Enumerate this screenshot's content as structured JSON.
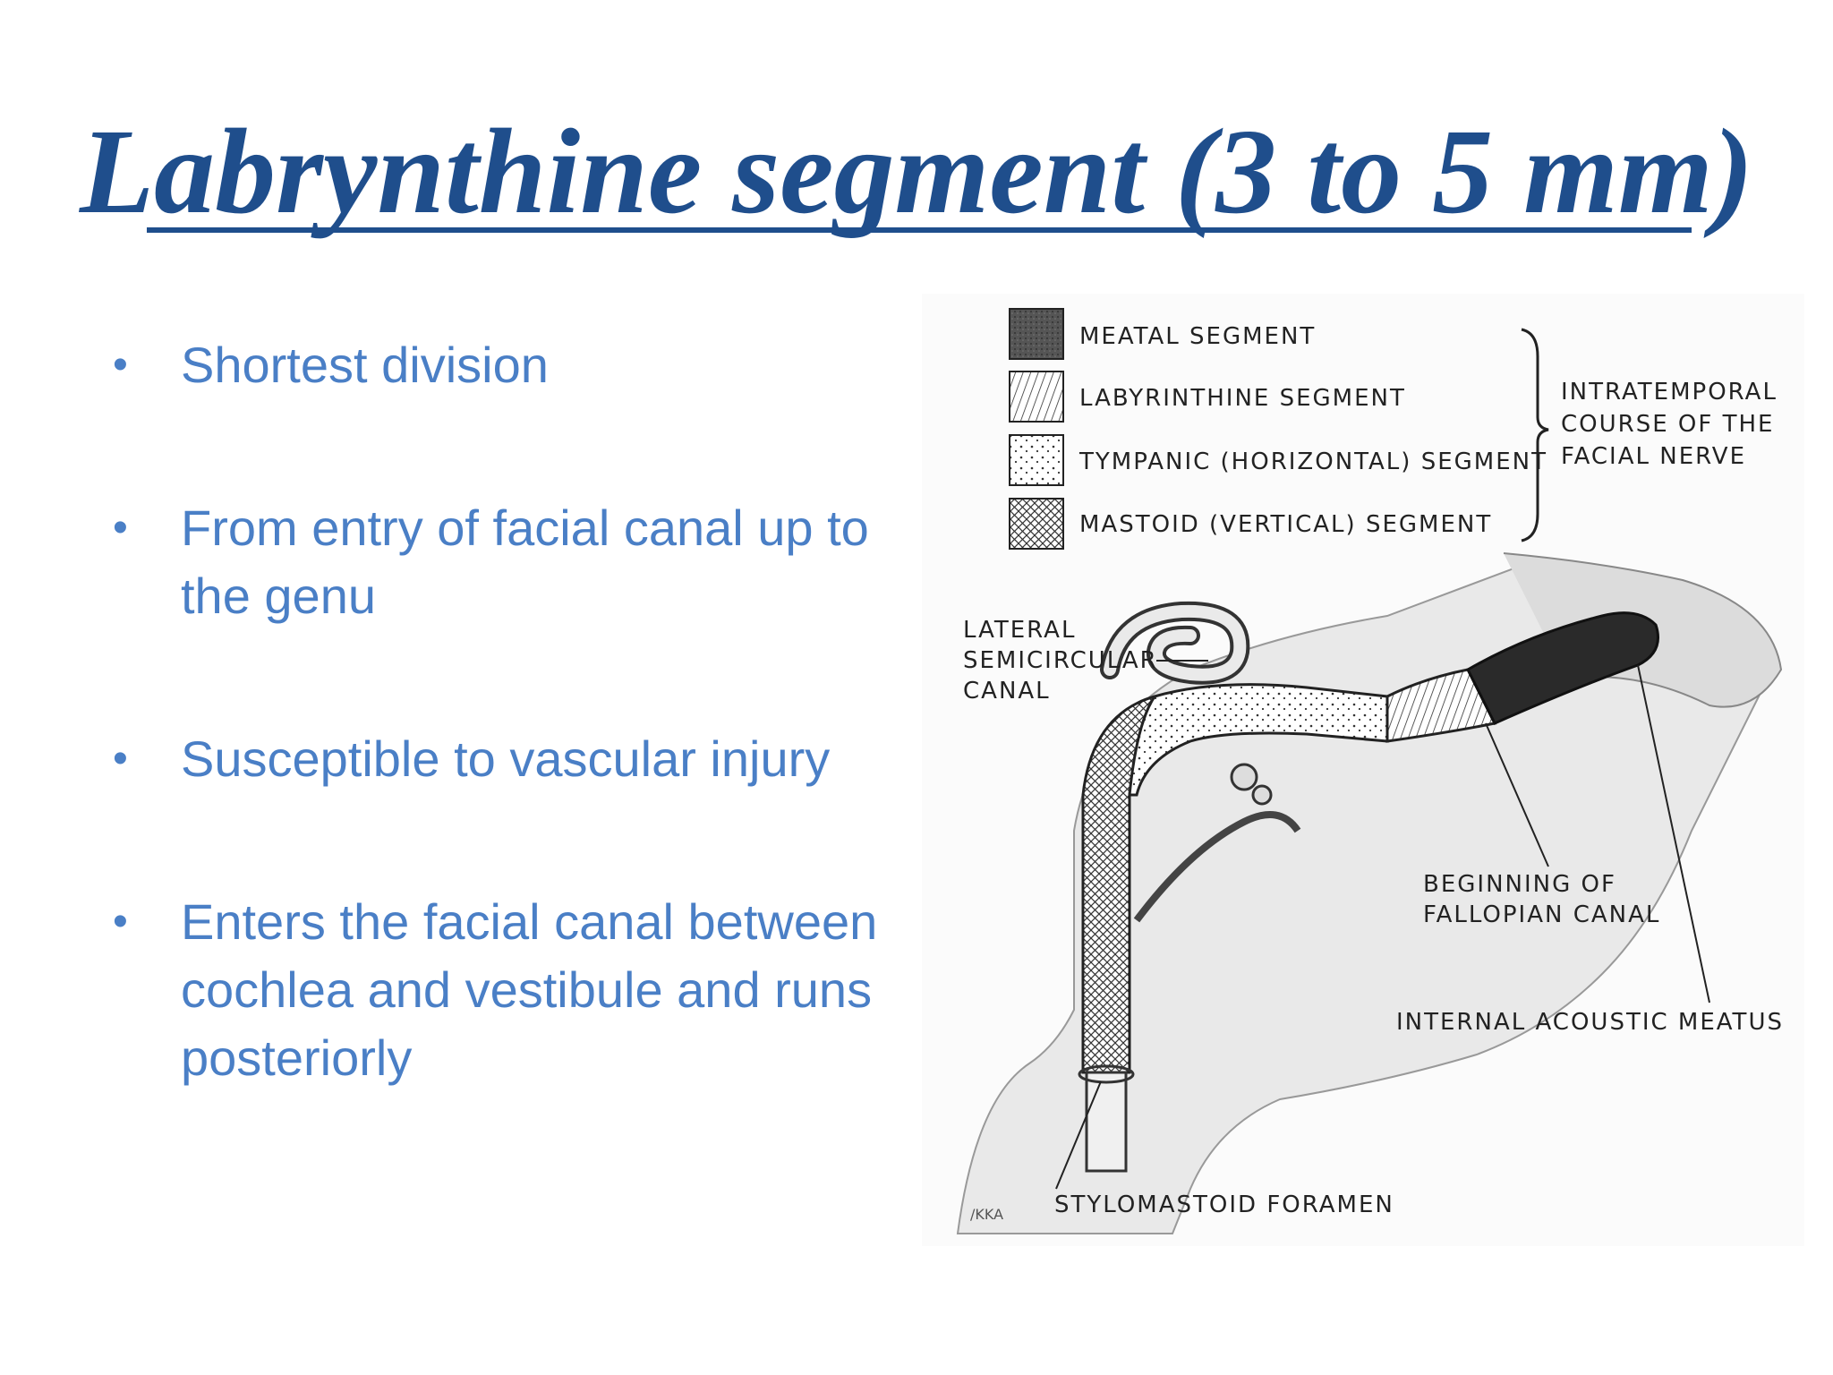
{
  "slide": {
    "title": "Labrynthine segment (3 to 5 mm)",
    "bullets": [
      "Shortest division",
      "From entry of facial canal up to the genu",
      "Susceptible to vascular injury",
      "Enters the facial canal between cochlea and vestibule and runs posteriorly"
    ]
  },
  "figure": {
    "legend": [
      {
        "label": "MEATAL SEGMENT",
        "pattern": "solid-dark"
      },
      {
        "label": "LABYRINTHINE SEGMENT",
        "pattern": "hatched"
      },
      {
        "label": "TYMPANIC (HORIZONTAL) SEGMENT",
        "pattern": "dotted"
      },
      {
        "label": "MASTOID (VERTICAL) SEGMENT",
        "pattern": "crosshatched"
      }
    ],
    "brace_label_lines": [
      "INTRATEMPORAL",
      "COURSE OF THE",
      "FACIAL NERVE"
    ],
    "callouts": {
      "lateral_canal_lines": [
        "LATERAL",
        "SEMICIRCULAR",
        "CANAL"
      ],
      "fallopian_lines": [
        "BEGINNING OF",
        "FALLOPIAN CANAL"
      ],
      "internal_meatus": "INTERNAL ACOUSTIC MEATUS",
      "stylomastoid": "STYLOMASTOID FORAMEN",
      "signature": "/KKA"
    }
  },
  "colors": {
    "title": "#1f4e8c",
    "bullet_text": "#4a7fc6",
    "ink": "#222222"
  }
}
